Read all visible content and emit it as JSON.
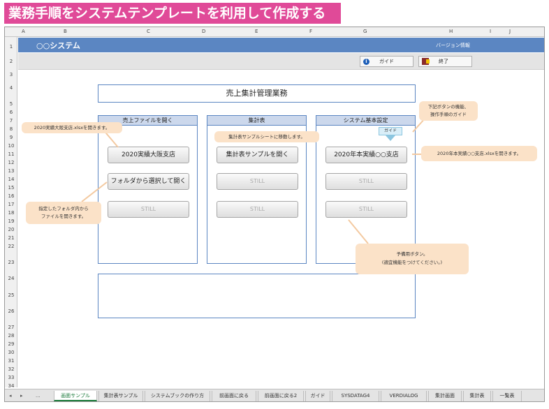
{
  "banner": "業務手順をシステムテンプレートを利用して作成する",
  "columns": [
    "A",
    "B",
    "C",
    "D",
    "E",
    "F",
    "G",
    "H",
    "I",
    "J"
  ],
  "rows": [
    "1",
    "2",
    "3",
    "4",
    "5",
    "6",
    "7",
    "8",
    "9",
    "10",
    "11",
    "12",
    "13",
    "14",
    "15",
    "16",
    "17",
    "18",
    "19",
    "20",
    "21",
    "22",
    "23",
    "24",
    "25",
    "26",
    "27",
    "28",
    "29",
    "30",
    "31",
    "32",
    "33",
    "34"
  ],
  "header": {
    "app_name": "○○システム",
    "version": "バージョン情報"
  },
  "toolbar": {
    "guide_label": "ガイド",
    "exit_label": "終了"
  },
  "main_title": "売上集計管理業務",
  "panels": [
    {
      "title": "売上ファイルを開く",
      "buttons": [
        "2020実績大阪支店",
        "フォルダから選択して開く",
        "STILL"
      ]
    },
    {
      "title": "集計表",
      "buttons": [
        "集計表サンプルを開く",
        "STILL",
        "STILL"
      ]
    },
    {
      "title": "システム基本設定",
      "buttons": [
        "2020年本実績○○支店",
        "STILL",
        "STILL"
      ]
    }
  ],
  "callouts": {
    "c1": "2020実績大阪支店.xlsxを開きます。",
    "c2": "指定したフォルダ内から\nファイルを開きます。",
    "c3": "集計表サンプルシートに移動します。",
    "c4": "下記ボタンの機能、\n操作手順のガイド",
    "c5": "2020年本実績○○支店.xlsxを開きます。",
    "c6": "予備用ボタン。\n(適宜機能をつけてください。)",
    "guide_icon": "ガイド"
  },
  "sheet_tabs": {
    "nav_prev": "◂",
    "nav_next": "▸",
    "ellipsis": "...",
    "items": [
      "画面サンプル",
      "集計表サンプル",
      "システムブックの作り方",
      "前画面に戻る",
      "前画面に戻る2",
      "ガイド",
      "SYSDATAG4",
      "VERDIALOG",
      "集計画面",
      "集計表",
      "一覧表"
    ],
    "active_index": 0
  },
  "colors": {
    "accent": "#5b86c2",
    "banner": "#e04a98",
    "callout": "#fbe2c8",
    "active_tab": "#1a7a3a"
  }
}
